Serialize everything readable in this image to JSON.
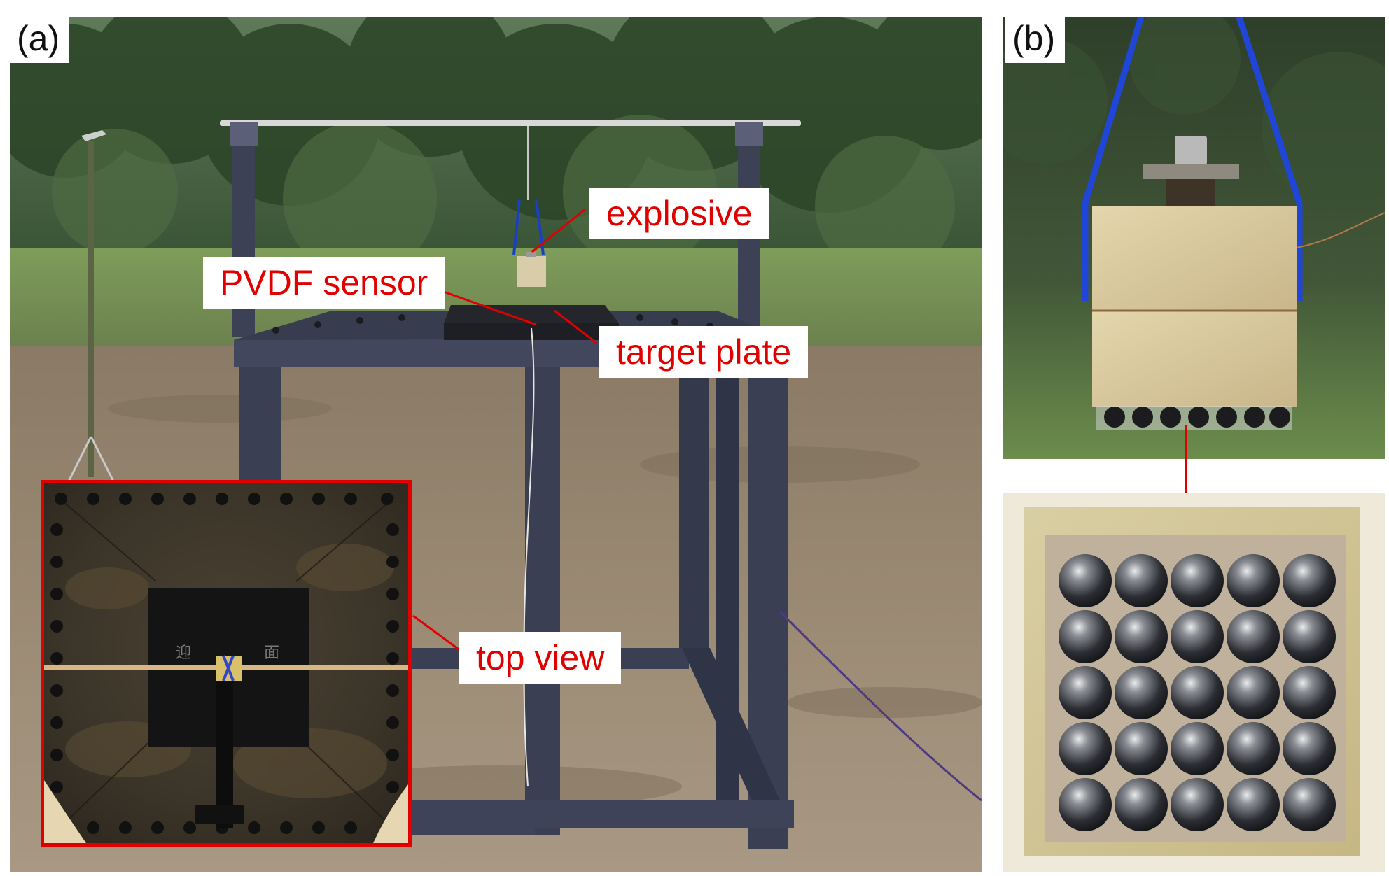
{
  "figure": {
    "panel_a": {
      "letter": "(a)",
      "labels": {
        "explosive": "explosive",
        "pvdf_sensor": "PVDF sensor",
        "target_plate": "target plate",
        "top_view": "top view"
      },
      "inset_plate_text": [
        "迎",
        "面"
      ]
    },
    "panel_b": {
      "letter": "(b)"
    },
    "colors": {
      "annotation_red": "#e00000",
      "label_background": "#ffffff",
      "frame_steel": "#3c4155"
    }
  }
}
